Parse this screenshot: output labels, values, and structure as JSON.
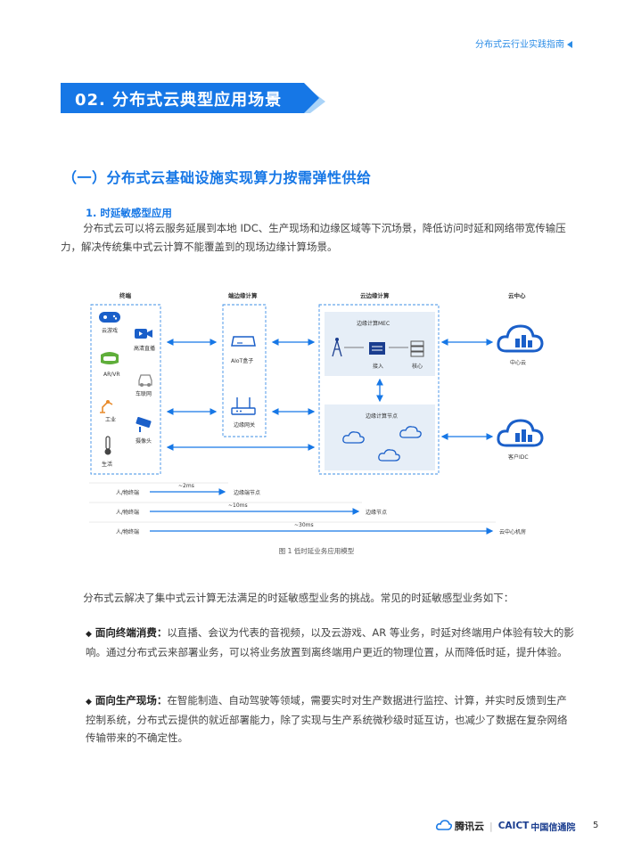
{
  "header": {
    "guide_title": "分布式云行业实践指南"
  },
  "chapter": {
    "title": "02. 分布式云典型应用场景"
  },
  "section": {
    "title": "（一）分布式云基础设施实现算力按需弹性供给"
  },
  "subsection": {
    "title": "1. 时延敏感型应用"
  },
  "intro_paragraph": "分布式云可以将云服务延展到本地 IDC、生产现场和边缘区域等下沉场景，降低访问时延和网络带宽传输压力，解决传统集中式云计算不能覆盖到的现场边缘计算场景。",
  "diagram": {
    "columns": {
      "terminal": "终端",
      "edge": "端边缘计算",
      "cloud_edge": "云边缘计算",
      "center": "云中心"
    },
    "terminal_items": [
      "云游戏",
      "高清直播",
      "AR/VR",
      "车联网",
      "工业",
      "摄像头",
      "生活"
    ],
    "edge_items": [
      "AIoT盒子",
      "边缘网关"
    ],
    "mec": {
      "title": "边缘计算MEC",
      "access": "接入",
      "core": "核心"
    },
    "edge_node": {
      "title": "边缘计算节点"
    },
    "center_items": [
      "中心云",
      "客户IDC"
    ],
    "latency": [
      {
        "from": "人/物终端",
        "value": "~2ms",
        "to": "边缘端节点"
      },
      {
        "from": "人/物终端",
        "value": "~10ms",
        "to": "边缘节点"
      },
      {
        "from": "人/物终端",
        "value": "~30ms",
        "to": "云中心机房"
      }
    ]
  },
  "caption": "图 1 低时延业务应用模型",
  "challenge_paragraph": "分布式云解决了集中式云计算无法满足的时延敏感型业务的挑战。常见的时延敏感型业务如下：",
  "bullets": [
    {
      "bold": "面向终端消费：",
      "text": "以直播、会议为代表的音视频，以及云游戏、AR 等业务，时延对终端用户体验有较大的影响。通过分布式云来部署业务，可以将业务放置到离终端用户更近的物理位置，从而降低时延，提升体验。"
    },
    {
      "bold": "面向生产现场：",
      "text": "在智能制造、自动驾驶等领域，需要实时对生产数据进行监控、计算，并实时反馈到生产控制系统，分布式云提供的就近部署能力，除了实现与生产系统微秒级时延互访，也减少了数据在复杂网络传输带来的不确定性。"
    }
  ],
  "footer": {
    "tencent": "腾讯云",
    "caict": "CAICT",
    "caict_cn": "中国信通院",
    "page": "5"
  },
  "colors": {
    "accent": "#1677e6",
    "light_accent": "#63aef3"
  }
}
